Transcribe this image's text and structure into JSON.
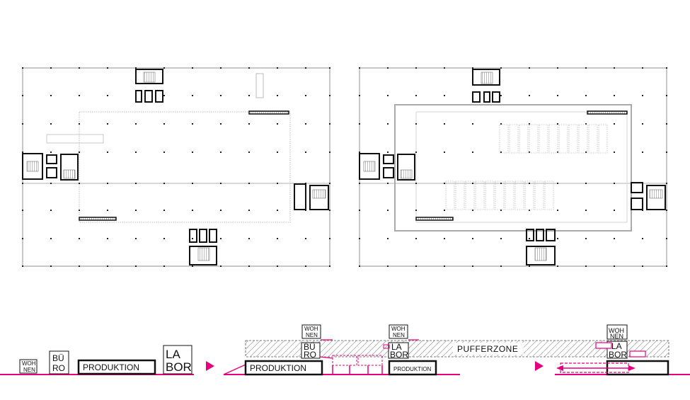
{
  "labels": {
    "wohnen_top": "WOH",
    "wohnen_bottom": "NEN",
    "buero_top": "BÜ",
    "buero_bottom": "RO",
    "labor_top": "LA",
    "labor_bottom": "BOR",
    "produktion": "PRODUKTION",
    "pufferzone": "PUFFERZONE"
  },
  "colors": {
    "line": "#111111",
    "grid_dot": "#222222",
    "accent": "#e6007e",
    "hatch": "#666666",
    "faint": "#bbbbbb"
  },
  "icons": {
    "flow_arrow": "triangle-right-icon",
    "relocation_arrow": "double-headed-arrow-icon"
  }
}
